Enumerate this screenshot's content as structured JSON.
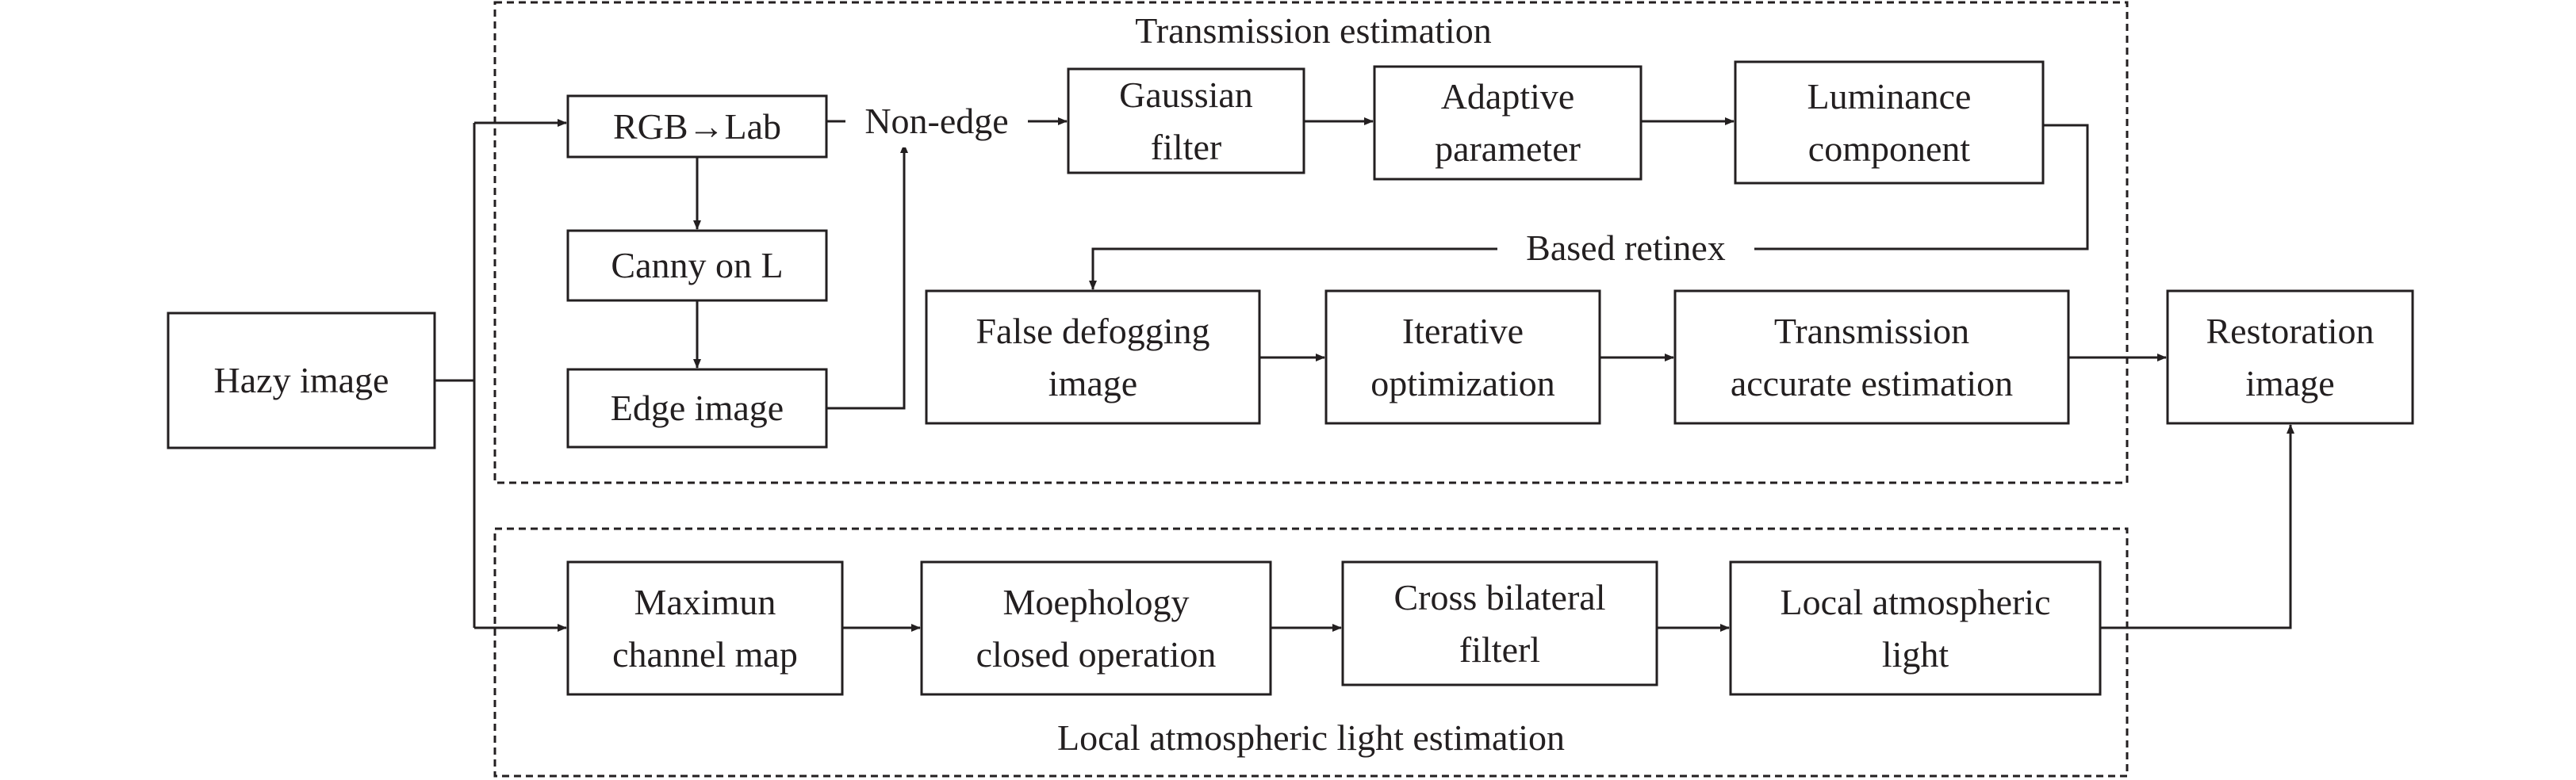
{
  "colors": {
    "stroke": "#231f20",
    "background": "#ffffff"
  },
  "groups": {
    "transmission_estimation": "Transmission estimation",
    "local_atmospheric_light_estimation": "Local atmospheric light estimation"
  },
  "nodes": {
    "hazy_image": [
      "Hazy image"
    ],
    "rgb_lab": [
      "RGB→Lab"
    ],
    "canny": [
      "Canny on L"
    ],
    "edge_image": [
      "Edge image"
    ],
    "gaussian_filter": [
      "Gaussian",
      "filter"
    ],
    "adaptive_parameter": [
      "Adaptive",
      "parameter"
    ],
    "luminance_component": [
      "Luminance",
      "component"
    ],
    "false_defogging": [
      "False defogging",
      "image"
    ],
    "iterative_optimization": [
      "Iterative",
      "optimization"
    ],
    "transmission_accurate": [
      "Transmission",
      "accurate estimation"
    ],
    "restoration_image": [
      "Restoration",
      "image"
    ],
    "maximun_channel": [
      "Maximun",
      "channel map"
    ],
    "moephology": [
      "Moephology",
      "closed operation"
    ],
    "cross_bilateral": [
      "Cross bilateral",
      "filterl"
    ],
    "local_atmospheric_light": [
      "Local atmospheric",
      "light"
    ]
  },
  "edge_labels": {
    "non_edge": "Non-edge",
    "based_retinex": "Based retinex"
  }
}
